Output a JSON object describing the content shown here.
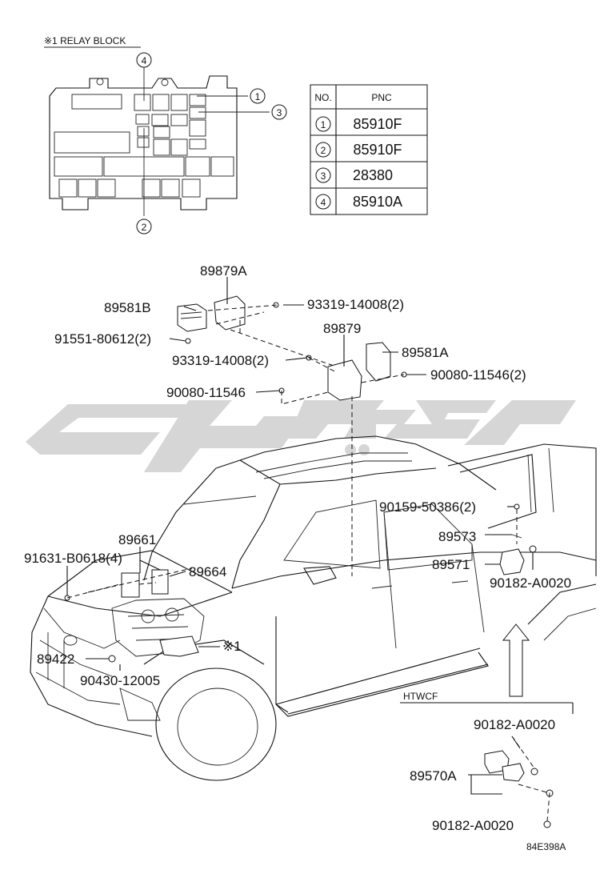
{
  "relay_block": {
    "title": "※1 RELAY BLOCK",
    "callouts": [
      "1",
      "2",
      "3",
      "4"
    ]
  },
  "pnc_table": {
    "headers": [
      "NO.",
      "PNC"
    ],
    "rows": [
      {
        "no": "1",
        "pnc": "85910F"
      },
      {
        "no": "2",
        "pnc": "85910F"
      },
      {
        "no": "3",
        "pnc": "28380"
      },
      {
        "no": "4",
        "pnc": "85910A"
      }
    ]
  },
  "parts": {
    "p89879A": "89879A",
    "p89581B": "89581B",
    "p93319_top": "93319-14008(2)",
    "p91551": "91551-80612(2)",
    "p89879": "89879",
    "p93319_mid": "93319-14008(2)",
    "p89581A": "89581A",
    "p90080_r": "90080-11546(2)",
    "p90080_l": "90080-11546",
    "p90159": "90159-50386(2)",
    "p89573": "89573",
    "p89571": "89571",
    "p90182_a": "90182-A0020",
    "p89661": "89661",
    "p91631": "91631-B0618(4)",
    "p89664": "89664",
    "p89422": "89422",
    "ref1": "※1",
    "p90430": "90430-12005",
    "htwcf": "HTWCF",
    "p90182_b": "90182-A0020",
    "p89570A": "89570A",
    "p90182_c": "90182-A0020"
  },
  "diagram_code": "84E398A"
}
